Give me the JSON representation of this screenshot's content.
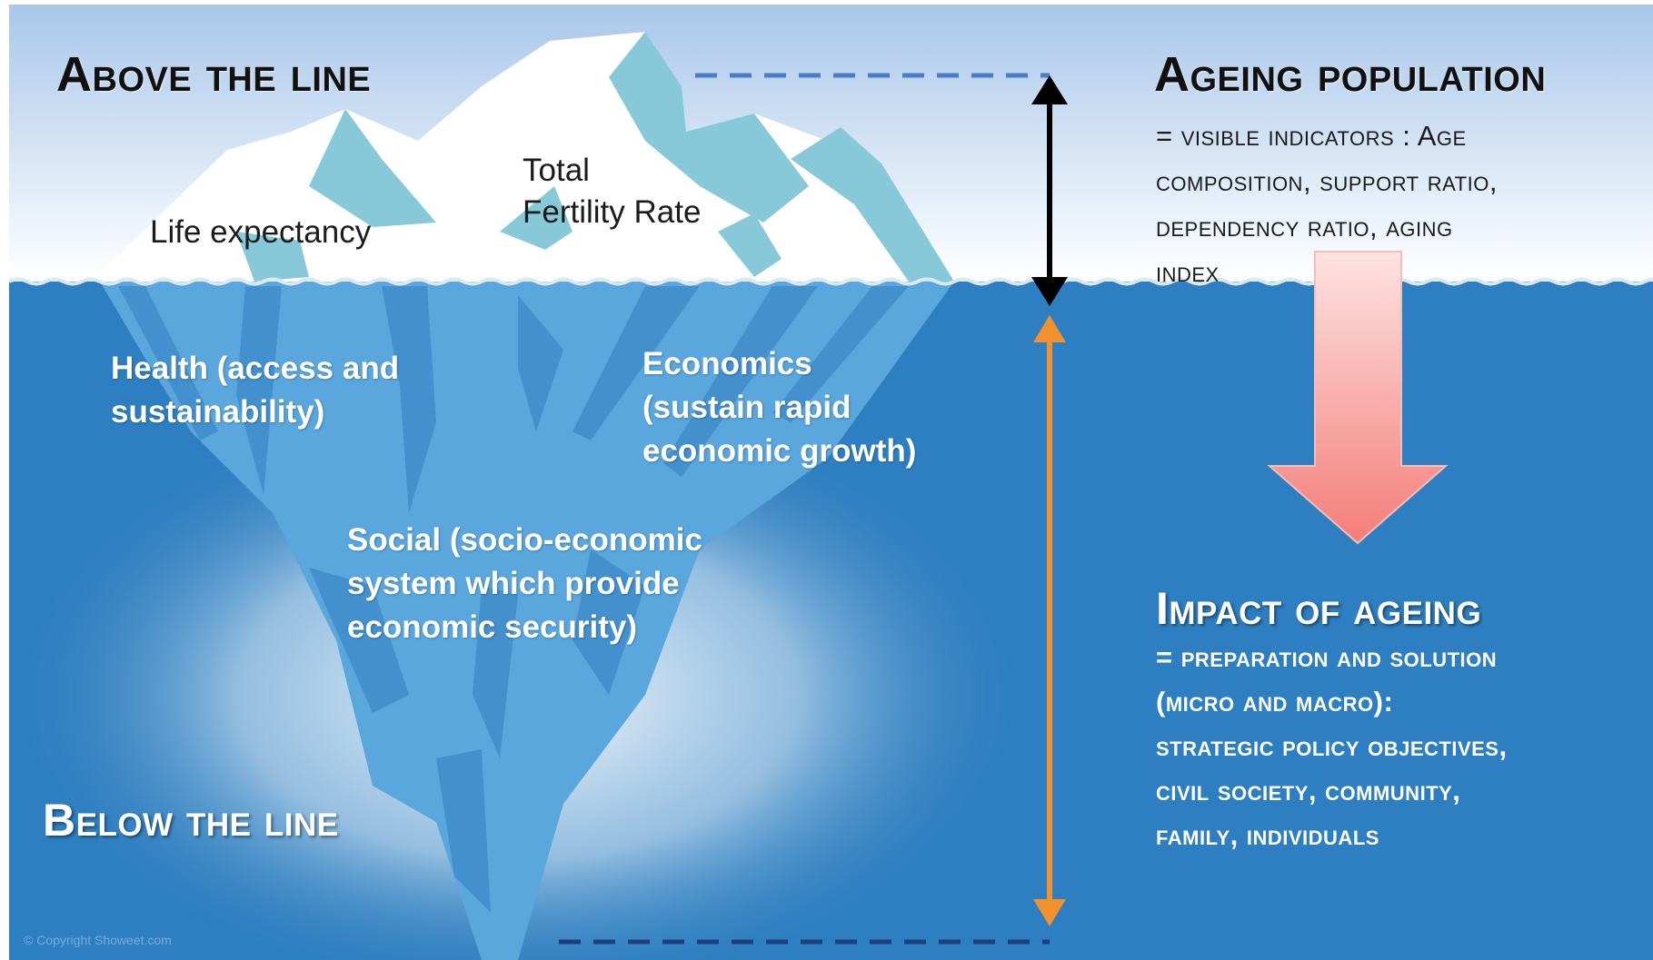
{
  "headings": {
    "above_the_line": "Above the line",
    "below_the_line": "Below the line"
  },
  "iceberg": {
    "above": {
      "life_expectancy": "Life expectancy",
      "total_fertility_rate": [
        "Total",
        "Fertility Rate"
      ]
    },
    "below": {
      "health": [
        "Health (access and",
        "sustainability)"
      ],
      "economics": [
        "Economics",
        "(sustain rapid",
        "economic growth)"
      ],
      "social": [
        "Social (socio-economic",
        "system which provide",
        "economic security)"
      ]
    }
  },
  "ageing_population": {
    "title": "Ageing population",
    "lines": [
      "= visible indicators :  Age",
      "composition, support ratio,",
      "dependency ratio, aging",
      "index"
    ]
  },
  "impact_of_ageing": {
    "title": "Impact of ageing",
    "lines": [
      "= preparation and solution",
      "(micro and macro):",
      "strategic policy objectives,",
      "civil society, community,",
      "family, individuals"
    ]
  },
  "footer": {
    "copyright": "© Copyright Showeet.com"
  },
  "colors": {
    "sky_top": "#a9c7ea",
    "sky_bottom": "#ffffff",
    "ocean": "#2e7fc1",
    "ice_underwater": "#5aa7dd",
    "ice_shadow": "#87c9d8",
    "down_arrow": "#f7a9a6",
    "vertical_arrow_above": "#000000",
    "vertical_arrow_below": "#f2922f",
    "dashed_top": "#4a7fc8",
    "dashed_bottom": "#1f3f7a"
  },
  "icons": {
    "down_arrow": "big-pink-down-arrow",
    "double_arrow_above": "black-double-headed-arrow",
    "double_arrow_below": "orange-double-headed-arrow"
  }
}
